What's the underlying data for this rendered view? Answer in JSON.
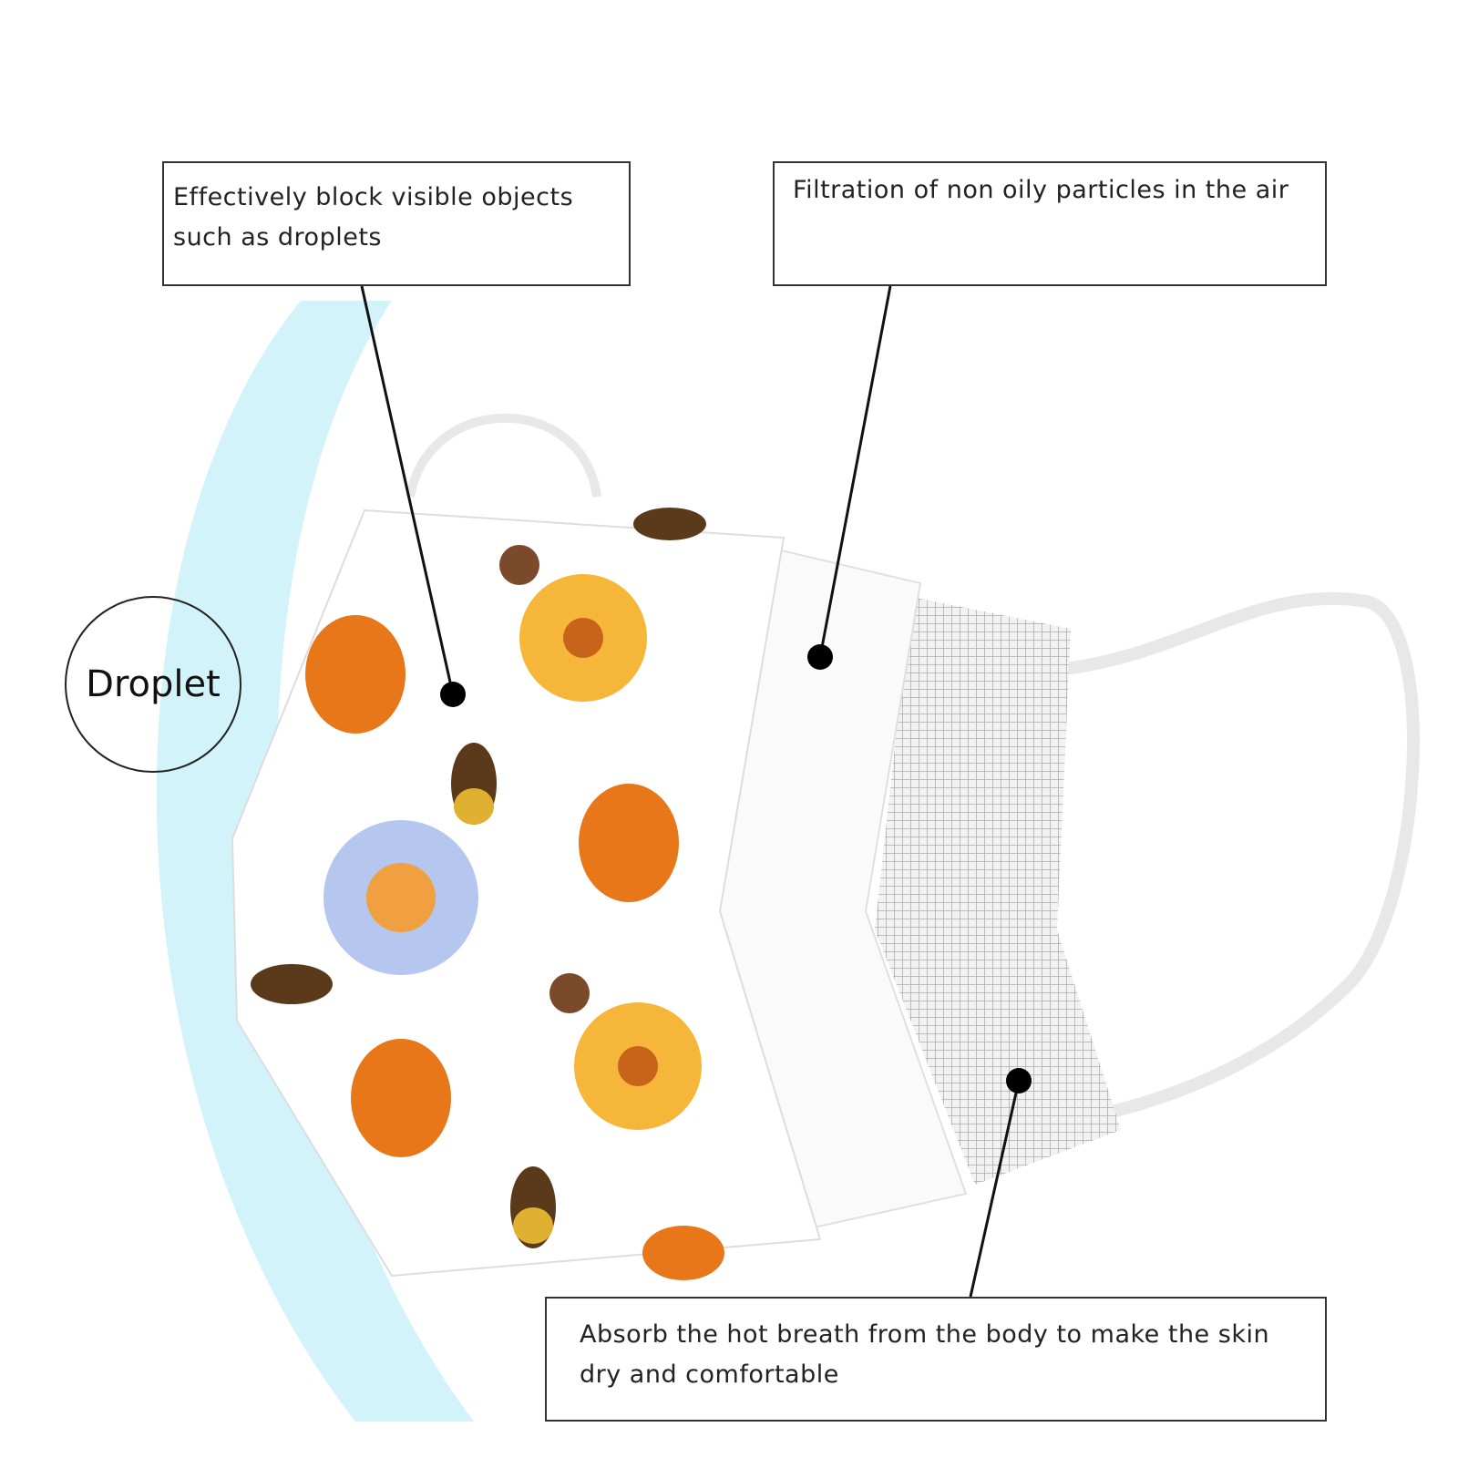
{
  "callouts": {
    "outer_layer": "Effectively block visible objects such as droplets",
    "middle_layer": "Filtration of non oily particles in the air",
    "inner_layer": "Absorb the hot breath from the body to make the skin dry and comfortable"
  },
  "droplet_label": "Droplet",
  "colors": {
    "shield_blue": "#aee8f6",
    "flower_orange": "#f0a020",
    "honey_orange": "#e8771a",
    "daisy_blue": "#8fa8e0",
    "mesh_gray": "#b8b8b8"
  }
}
